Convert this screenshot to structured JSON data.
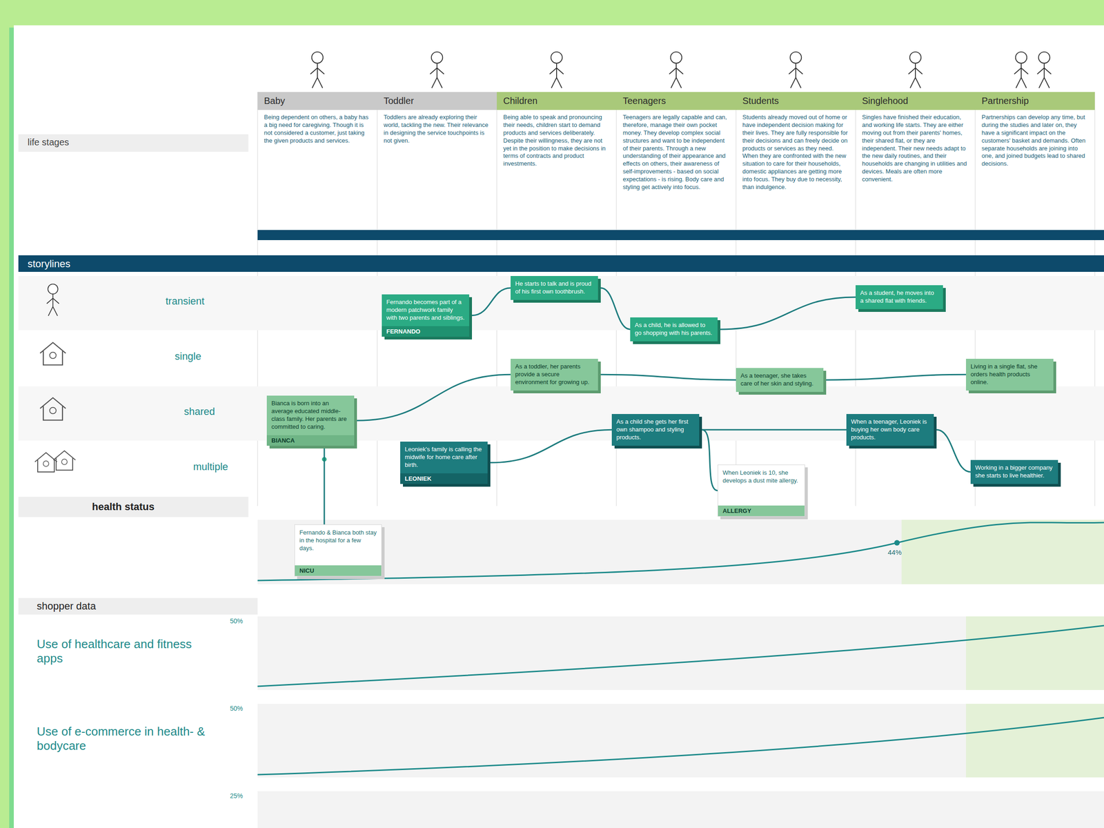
{
  "diagram": {
    "nodes": [
      {
        "text": [
          "Baby",
          "Being dependent on others, a baby has a big need for caregiving. Though it is not considered a customer, just taking the given products and services."
        ]
      },
      {
        "text": [
          "Toddler",
          "Toddlers are already exploring their world, tackling the new. Their relevance in designing the service touchpoints is not given."
        ]
      },
      {
        "text": [
          "Children",
          "Being able to speak and pronouncing their needs, children start to demand products and services deliberately. Despite their willingness, they are not yet in the position to make decisions in terms of contracts and product investments."
        ]
      },
      {
        "text": [
          "Teenagers",
          "Teenagers are legally capable and can, therefore, manage their own pocket money. They develop complex social structures and want to be independent of their parents. Through a new understanding of their appearance and effects on others, their awareness of self-improvements - based on social expectations - is rising. Body care and styling get actively into focus."
        ]
      },
      {
        "text": [
          "Students",
          "Students already moved out of home or have independent decision making for their lives. They are fully responsible for their decisions and can freely decide on products or services as they need. When they are confronted with the new situation to care for their households, domestic appliances are getting more into focus. They buy due to necessity, than indulgence."
        ]
      },
      {
        "text": [
          "Singlehood",
          "Singles have finished their education, and working life starts. They are either moving out from their parents' homes, their shared flat, or they are independent. Their new needs adapt to the new daily routines, and their households are changing in utilities and devices. Meals are often more convenient."
        ]
      },
      {
        "text": [
          "Partnership",
          "Partnerships can develop any time, but during the studies and later on, they have a significant impact on the customers' basket and demands. Often separate households are joining into one, and joined budgets lead to shared decisions."
        ]
      },
      {
        "text": [
          "Bianca is born into an average educated middle-class family. Her parents are committed to caring.",
          "BIANCA"
        ]
      },
      {
        "text": [
          "Fernando becomes part of a modern patchwork family with two parents and siblings.",
          "FERNANDO"
        ]
      },
      {
        "text": [
          "Leoniek's family is calling the midwife for home care after birth.",
          "LEONIEK"
        ]
      },
      {
        "text": [
          "Fernando & Bianca both stay in the hospital for a few days.",
          "NICU"
        ]
      },
      {
        "text": [
          "As a toddler, her parents provide a secure environment for growing up."
        ]
      },
      {
        "text": [
          "He starts to talk and is proud of his first own toothbrush."
        ]
      },
      {
        "text": [
          "As a child she gets her first own shampoo and styling products."
        ]
      },
      {
        "text": [
          "As a child, he is allowed to go shopping with his parents."
        ]
      },
      {
        "text": [
          "As a teenager, she takes care of her skin and styling."
        ]
      },
      {
        "text": [
          "When Leoniek is 10, she develops a dust mite allergy.",
          "ALLERGY"
        ]
      },
      {
        "text": [
          "When a teenager, Leoniek is buying her own body care products."
        ]
      },
      {
        "text": [
          "As a student, he moves into a shared flat with friends."
        ]
      },
      {
        "text": [
          "Living in a single flat, she orders health products online."
        ]
      },
      {
        "text": [
          "Working in a bigger company she starts to live healthier."
        ]
      }
    ],
    "edges": [
      {
        "from": 7,
        "to": 11,
        "arrow": "none"
      },
      {
        "from": 11,
        "to": 15,
        "arrow": "none"
      },
      {
        "from": 15,
        "to": 19,
        "arrow": "none"
      },
      {
        "from": 8,
        "to": 12,
        "arrow": "none"
      },
      {
        "from": 12,
        "to": 14,
        "arrow": "none"
      },
      {
        "from": 14,
        "to": 18,
        "arrow": "none"
      },
      {
        "from": 9,
        "to": 13,
        "arrow": "none"
      },
      {
        "from": 13,
        "to": 17,
        "arrow": "none"
      },
      {
        "from": 17,
        "to": 20,
        "arrow": "none"
      },
      {
        "from": 7,
        "to": 10,
        "arrow": "none"
      },
      {
        "from": 13,
        "to": 16,
        "arrow": "none"
      }
    ],
    "labels": [
      "life stages",
      "storylines",
      "transient",
      "single",
      "shared",
      "multiple",
      "health status",
      "44%",
      "shopper data",
      "50%",
      "Use of healthcare and fitness apps",
      "50%",
      "Use of e-commerce in health- & bodycare",
      "25%"
    ]
  }
}
